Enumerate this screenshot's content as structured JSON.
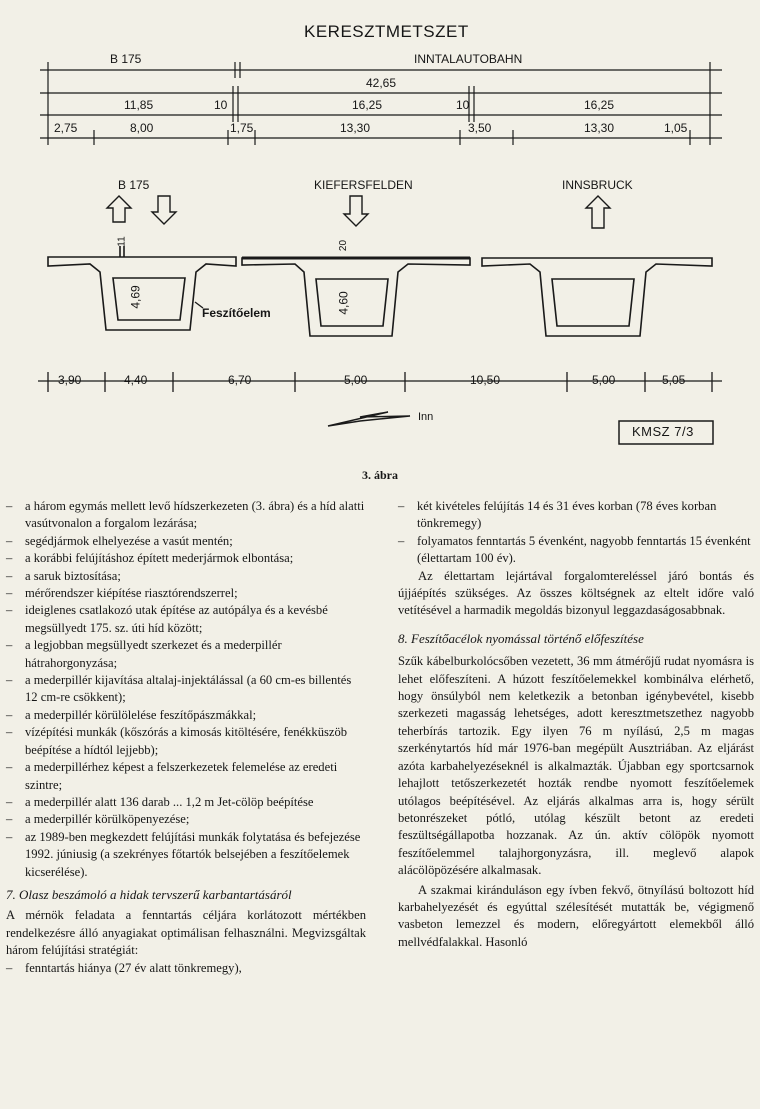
{
  "figure": {
    "title": "KERESZTMETSZET",
    "dims_top": {
      "b175": "B 175",
      "inntal": "INNTALAUTOBAHN",
      "total": "42,65",
      "row2": [
        "11,85",
        "10",
        "16,25",
        "10",
        "16,25"
      ],
      "row3": [
        "2,75",
        "8,00",
        "1,75",
        "13,30",
        "3,50",
        "13,30",
        "1,05"
      ]
    },
    "directions": [
      "B 175",
      "KIEFERSFELDEN",
      "INNSBRUCK"
    ],
    "heights": [
      "4,69",
      "4,60"
    ],
    "small_dims": [
      "11",
      "20"
    ],
    "prestress_label": "Feszítőelem",
    "dims_bottom": [
      "3,90",
      "4,40",
      "6,70",
      "5,00",
      "10,50",
      "5,00",
      "5,05"
    ],
    "north_label": "Inn",
    "drawing_id": "KMSZ 7/3"
  },
  "caption": "3. ábra",
  "left_items": [
    "a három egymás mellett levő hídszerkezeten (3. ábra) és a híd alatti vasútvonalon a forgalom lezárása;",
    "segédjármok elhelyezése a vasút mentén;",
    "a korábbi felújításhoz épített mederjármok elbontása;",
    "a saruk biztosítása;",
    "mérőrendszer kiépítése riasztórendszerrel;",
    "ideiglenes csatlakozó utak építése az autópálya és a kevésbé megsüllyedt 175. sz. úti híd között;",
    "a legjobban megsüllyedt szerkezet és a mederpillér hátrahorgonyzása;",
    "a mederpillér kijavítása altalaj-injektálással (a 60 cm-es billentés 12 cm-re csökkent);",
    "a mederpillér körülölelése feszítőpászmákkal;",
    "vízépítési munkák (kőszórás a kimosás kitöltésére, fenékküszöb beépítése a hídtól lejjebb);",
    "a mederpillérhez képest a felszerkezetek felemelése az eredeti szintre;",
    "a mederpillér alatt 136 darab ... 1,2 m Jet-cölöp beépítése",
    "a mederpillér körülköpenyezése;",
    "az 1989-ben megkezdett felújítási munkák folytatása és befejezése 1992. júniusig (a szekrényes főtartók belsejében a feszítőelemek kicserélése)."
  ],
  "section7": {
    "heading": "7. Olasz beszámoló a hidak tervszerű karbantartásáról",
    "para": "A mérnök feladata a fenntartás céljára korlátozott mértékben rendelkezésre álló anyagiakat optimálisan felhasználni. Megvizsgáltak három felújítási stratégiát:",
    "items": [
      "fenntartás hiánya (27 év alatt tönkremegy),"
    ]
  },
  "right_items": [
    "két kivételes felújítás 14 és 31 éves korban (78 éves korban tönkremegy)",
    "folyamatos fenntartás 5 évenként, nagyobb fenntartás 15 évenként (élettartam 100 év)."
  ],
  "right_para1": "Az élettartam lejártával forgalomtereléssel járó bontás és újjáépítés szükséges. Az összes költségnek az eltelt időre való vetítésével a harmadik megoldás bizonyul leggazdaságosabbnak.",
  "section8": {
    "heading": "8. Feszítőacélok nyomással történő előfeszítése",
    "para1": "Szűk kábelburkolócsőben vezetett, 36 mm átmérőjű rudat nyomásra is lehet előfeszíteni. A húzott feszítőelemekkel kombinálva elérhető, hogy önsúlyból nem keletkezik a betonban igénybevétel, kisebb szerkezeti magasság lehetséges, adott keresztmetszethez nagyobb teherbírás tartozik. Egy ilyen 76 m nyílású, 2,5 m magas szerkénytartós híd már 1976-ban megépült Ausztriában. Az eljárást azóta karbahelyezéseknél is alkalmazták. Újabban egy sportcsarnok lehajlott tetőszerkezetét hozták rendbe nyomott feszítőelemek utólagos beépítésével. Az eljárás alkalmas arra is, hogy sérült betonrészeket pótló, utólag készült betont az eredeti feszültségállapotba hozzanak. Az ún. aktív cölöpök nyomott feszítőelemmel talajhorgonyzásra, ill. meglevő alapok alácölöpözésére alkalmasak.",
    "para2": "A szakmai kiránduláson egy ívben fekvő, ötnyílású boltozott híd karbahelyezését és egyúttal szélesítését mutatták be, végigmenő vasbeton lemezzel és modern, előregyártott elemekből álló mellvédfalakkal. Hasonló"
  }
}
